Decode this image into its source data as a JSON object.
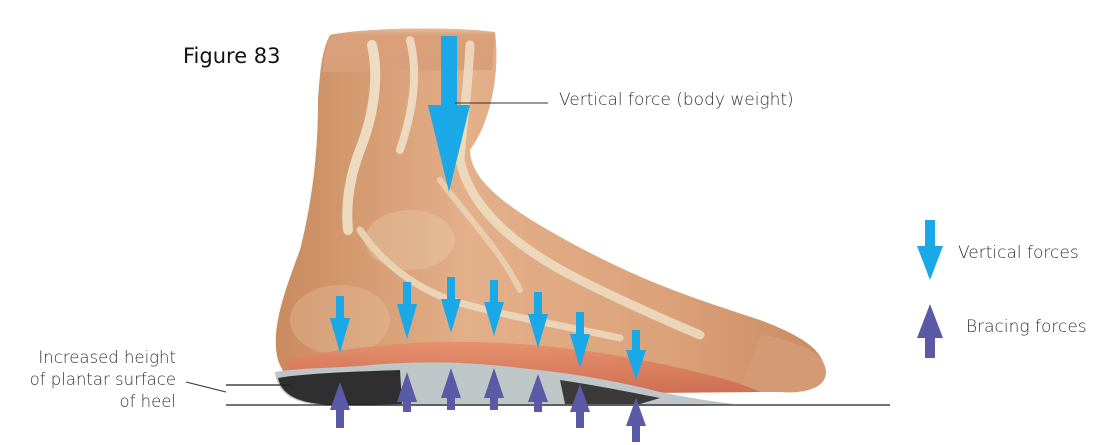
{
  "figure": {
    "title": "Figure 83",
    "vertical_force_label": "Vertical force (body weight)",
    "heel_label_lines": [
      "Increased height",
      "of plantar surface",
      "of heel"
    ]
  },
  "legend": {
    "vertical_forces": "Vertical forces",
    "bracing_forces": "Bracing forces"
  },
  "colors": {
    "vertical_arrow": "#1aa8e6",
    "bracing_arrow": "#5a5aa6",
    "skin": "#d9a27a",
    "tendon": "#efe6d2",
    "insole": "#3a3a3a",
    "leader_line": "#333333"
  },
  "icons": {
    "vertical_arrow": "arrow-down-icon",
    "bracing_arrow": "arrow-up-icon"
  }
}
